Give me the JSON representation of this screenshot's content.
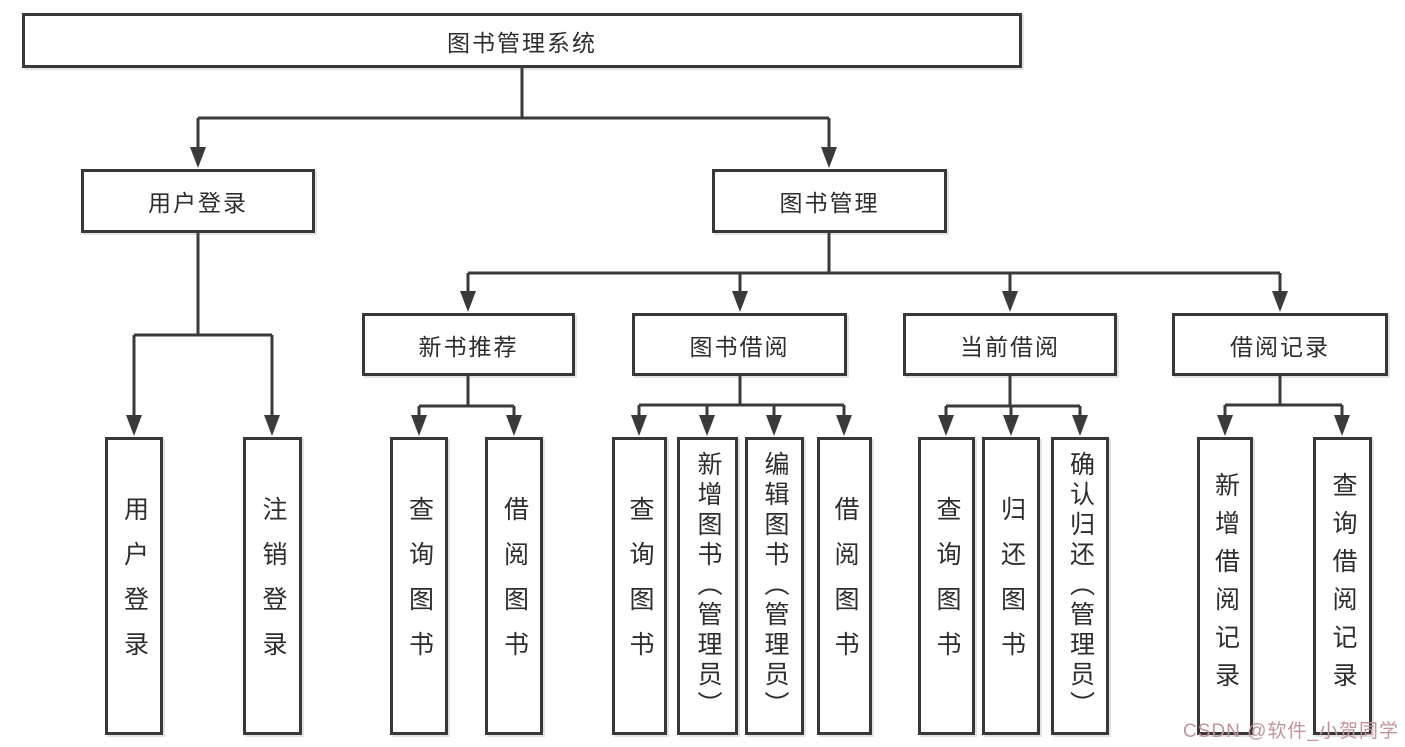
{
  "tree": {
    "root": {
      "label": "图书管理系统"
    },
    "level2": [
      {
        "label": "用户登录"
      },
      {
        "label": "图书管理"
      }
    ],
    "level3": [
      {
        "label": "新书推荐"
      },
      {
        "label": "图书借阅"
      },
      {
        "label": "当前借阅"
      },
      {
        "label": "借阅记录"
      }
    ],
    "leaves": {
      "user_login": [
        {
          "label": "用户登录"
        },
        {
          "label": "注销登录"
        }
      ],
      "new_book": [
        {
          "label": "查询图书"
        },
        {
          "label": "借阅图书"
        }
      ],
      "book_borrow": [
        {
          "label": "查询图书"
        },
        {
          "label": "新增图书（管理员）"
        },
        {
          "label": "编辑图书（管理员）"
        },
        {
          "label": "借阅图书"
        }
      ],
      "current_borrow": [
        {
          "label": "查询图书"
        },
        {
          "label": "归还图书"
        },
        {
          "label": "确认归还（管理员）"
        }
      ],
      "borrow_records": [
        {
          "label": "新增借阅记录"
        },
        {
          "label": "查询借阅记录"
        }
      ]
    }
  },
  "watermark": {
    "text": "CSDN @软件_小贺同学"
  },
  "colors": {
    "line": "#3a3a3a",
    "box_border": "#383838",
    "text": "#2d2d2d",
    "watermark": "#c3939b",
    "background": "#ffffff"
  }
}
